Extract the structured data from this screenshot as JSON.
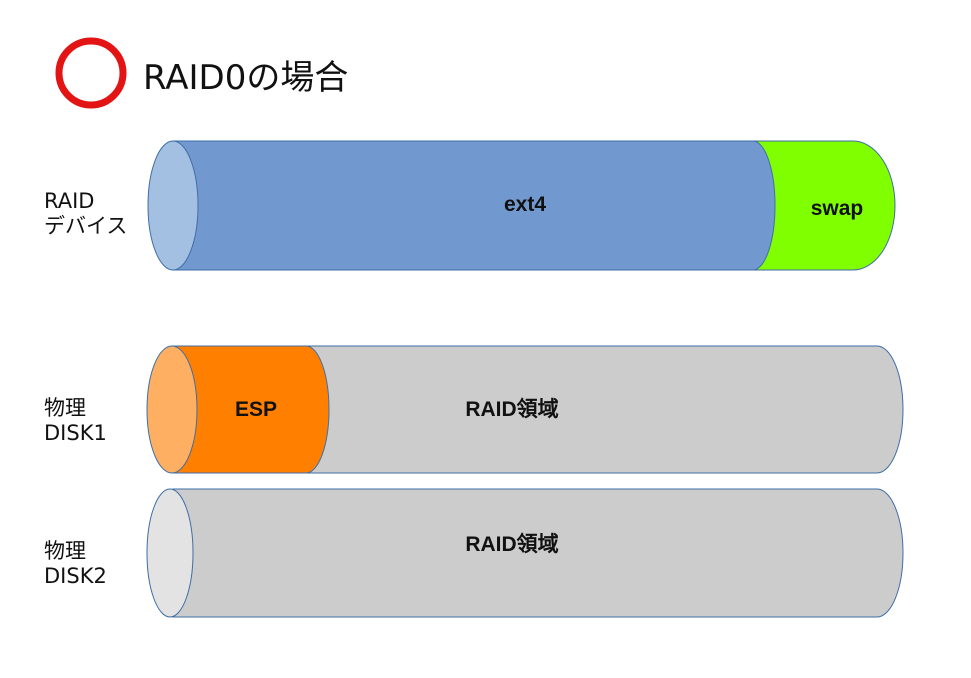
{
  "title": "RAID0の場合",
  "status_mark": {
    "name": "circle-ok",
    "color": "#e31414"
  },
  "rows": [
    {
      "label_line1": "RAID",
      "label_line2": "デバイス",
      "segments": [
        {
          "text": "ext4",
          "color": "#7299cf",
          "cap_color": "#a3c0e2"
        },
        {
          "text": "swap",
          "color": "#80ff00"
        }
      ]
    },
    {
      "label_line1": "物理",
      "label_line2": "DISK1",
      "segments": [
        {
          "text": "ESP",
          "color": "#ff8000",
          "cap_color": "#ffaf61"
        },
        {
          "text": "RAID領域",
          "color": "#cccccc"
        }
      ]
    },
    {
      "label_line1": "物理",
      "label_line2": "DISK2",
      "segments": [
        {
          "text": "RAID領域",
          "color": "#cccccc",
          "cap_color": "#e3e3e3"
        }
      ]
    }
  ],
  "stroke_color": "#3f6ea7"
}
